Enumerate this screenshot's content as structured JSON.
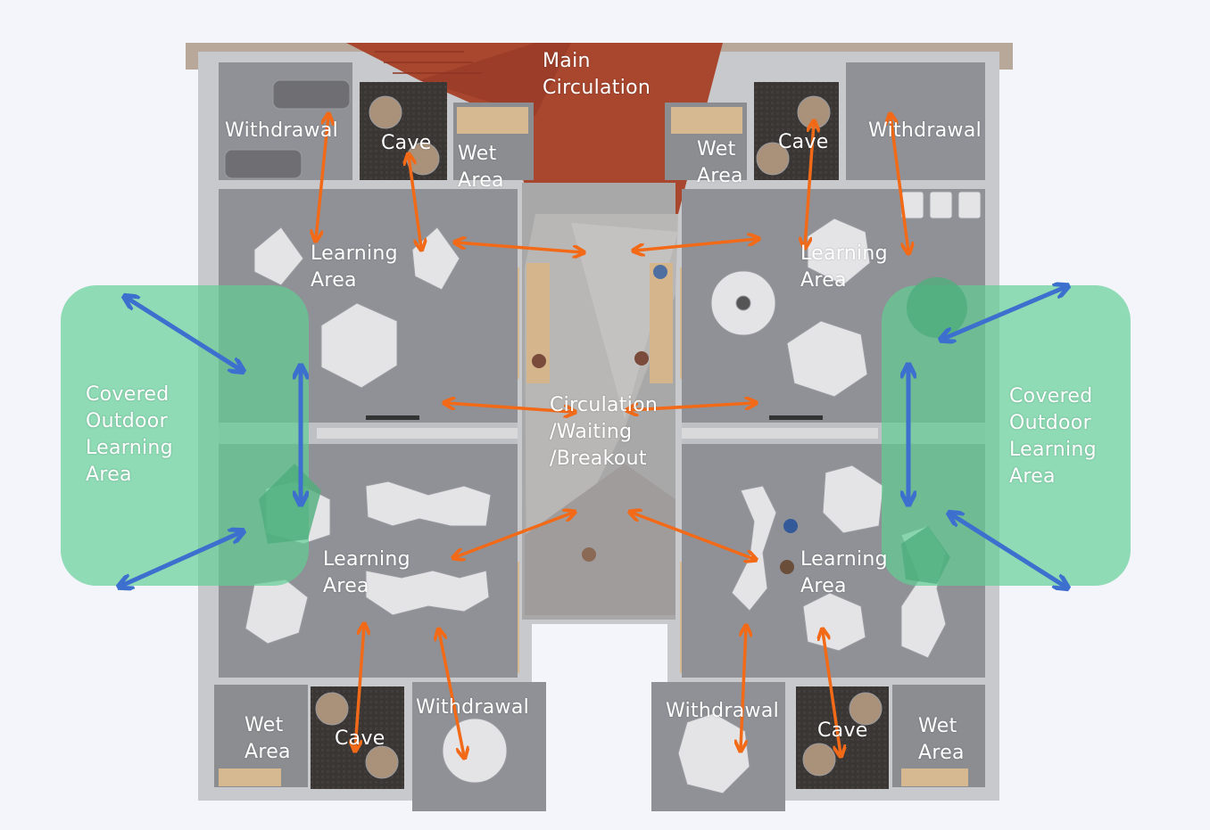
{
  "colors": {
    "background": "#f3f5fb",
    "floor": "#8f9196",
    "wall": "#bfc0c4",
    "circulation_red": "#a8462e",
    "corridor": "#a7a6a6",
    "outdoor_green": "#5fcf93",
    "arrow_orange": "#f26a18",
    "arrow_blue": "#3d6fce",
    "furniture": "#e4e4e6",
    "dark_room": "#3a3634",
    "timber": "#d6b991"
  },
  "labels": {
    "main_circulation": [
      "Main",
      "Circulation"
    ],
    "circulation_breakout": [
      "Circulation",
      "/Waiting",
      "/Breakout"
    ],
    "covered_left": [
      "Covered",
      "Outdoor",
      "Learning",
      "Area"
    ],
    "covered_right": [
      "Covered",
      "Outdoor",
      "Learning",
      "Area"
    ],
    "learning_tl": [
      "Learning",
      "Area"
    ],
    "learning_tr": [
      "Learning",
      "Area"
    ],
    "learning_bl": [
      "Learning",
      "Area"
    ],
    "learning_br": [
      "Learning",
      "Area"
    ],
    "withdrawal_tl": "Withdrawal",
    "withdrawal_tr": "Withdrawal",
    "withdrawal_bl": "Withdrawal",
    "withdrawal_br": "Withdrawal",
    "cave_tl": "Cave",
    "cave_tr": "Cave",
    "cave_bl": "Cave",
    "cave_br": "Cave",
    "wet_tl": [
      "Wet",
      "Area"
    ],
    "wet_tr": [
      "Wet",
      "Area"
    ],
    "wet_bl": [
      "Wet",
      "Area"
    ],
    "wet_br": [
      "Wet",
      "Area"
    ]
  },
  "icons": {
    "arrow": "double-headed-arrow"
  }
}
